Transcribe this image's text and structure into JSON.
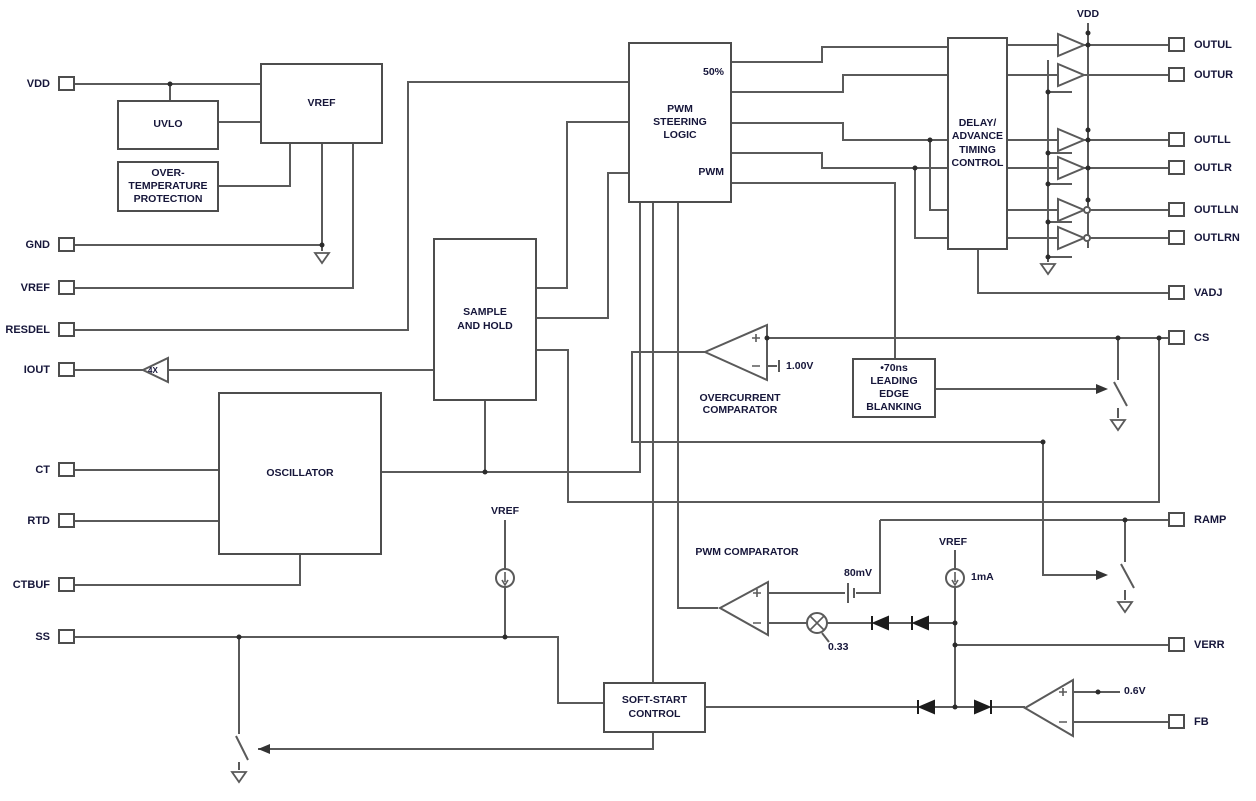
{
  "colors": {
    "line": "#5a5a5a",
    "text": "#16163a",
    "box_border": "#4d4d4d",
    "background": "#ffffff",
    "junction": "#2b2b2b"
  },
  "pins": {
    "left": [
      {
        "label": "VDD"
      },
      {
        "label": "GND"
      },
      {
        "label": "VREF"
      },
      {
        "label": "RESDEL"
      },
      {
        "label": "IOUT"
      },
      {
        "label": "CT"
      },
      {
        "label": "RTD"
      },
      {
        "label": "CTBUF"
      },
      {
        "label": "SS"
      }
    ],
    "right": [
      {
        "label": "OUTUL"
      },
      {
        "label": "OUTUR"
      },
      {
        "label": "OUTLL"
      },
      {
        "label": "OUTLR"
      },
      {
        "label": "OUTLLN"
      },
      {
        "label": "OUTLRN"
      },
      {
        "label": "VADJ"
      },
      {
        "label": "CS"
      },
      {
        "label": "RAMP"
      },
      {
        "label": "VERR"
      },
      {
        "label": "FB"
      }
    ]
  },
  "blocks": {
    "uvlo": {
      "label": "UVLO"
    },
    "vref": {
      "label": "VREF"
    },
    "otp": {
      "label": "OVER- TEMPERATURE PROTECTION"
    },
    "pwm_steering": {
      "label": "PWM STEERING LOGIC",
      "corner_top": "50%",
      "corner_bottom": "PWM"
    },
    "sample_hold": {
      "label": "SAMPLE AND HOLD"
    },
    "oscillator": {
      "label": "OSCILLATOR"
    },
    "delay_advance": {
      "label": "DELAY/ ADVANCE TIMING CONTROL"
    },
    "leading_edge_blanking": {
      "label": "•70ns LEADING EDGE BLANKING"
    },
    "soft_start": {
      "label": "SOFT-START CONTROL"
    }
  },
  "annotations": {
    "overcurrent_comparator": "OVERCURRENT COMPARATOR",
    "pwm_comparator": "PWM COMPARATOR",
    "ocp_threshold": "1.00V",
    "ramp_offset": "80mV",
    "gain_033": "0.33",
    "gain_4x": "4X",
    "vref_ss_source": "VREF",
    "vref_1ma_source": "VREF",
    "current_1ma": "1mA",
    "fb_threshold": "0.6V",
    "vdd_rail": "VDD"
  }
}
